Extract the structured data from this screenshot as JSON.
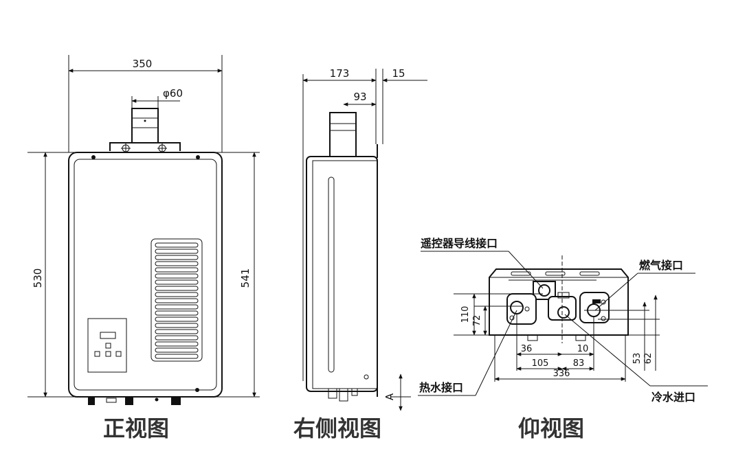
{
  "front_view": {
    "caption": "正视图",
    "dims": {
      "width": "350",
      "flue_diameter": "φ60",
      "height_outer": "530",
      "height_body": "541"
    }
  },
  "side_view": {
    "caption": "右侧视图",
    "dims": {
      "depth": "173",
      "bracket": "15",
      "flue_offset": "93",
      "bottom_clearance": "A"
    }
  },
  "bottom_view": {
    "caption": "仰视图",
    "callouts": {
      "remote_port": "遥控器导线接口",
      "gas_port": "燃气接口",
      "hot_water_port": "热水接口",
      "cold_water_port": "冷水进口"
    },
    "dims": {
      "d110": "110",
      "d72": "72",
      "d36": "36",
      "d10": "10",
      "d105": "105",
      "d83": "83",
      "d336": "336",
      "d53": "53",
      "d62": "62"
    }
  }
}
